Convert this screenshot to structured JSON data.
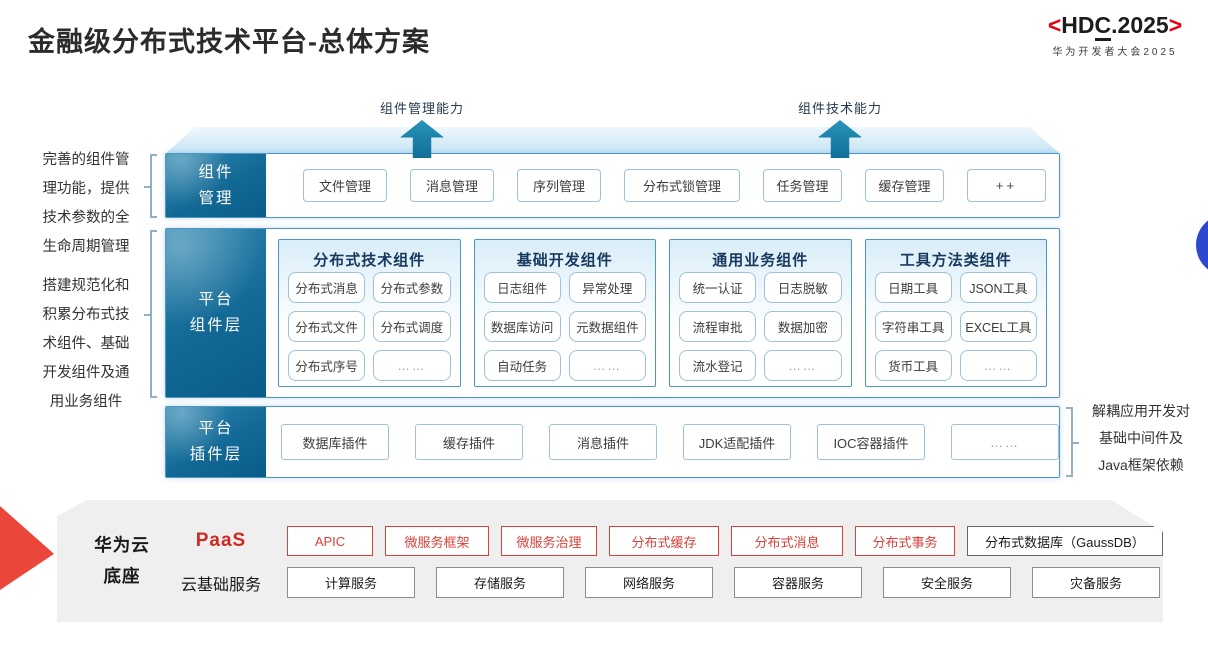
{
  "header": {
    "title": "金融级分布式技术平台-总体方案",
    "logo": {
      "bracket_left": "<",
      "hd": "HD",
      "c": "C",
      "year": ".2025",
      "bracket_right": ">",
      "subtitle": "华为开发者大会2025"
    }
  },
  "annotations": {
    "left_top": "完善的组件管\n理功能，提供\n技术参数的全\n生命周期管理",
    "left_bottom": "搭建规范化和\n积累分布式技\n术组件、基础\n开发组件及通\n用业务组件",
    "right": "解耦应用开发对\n基础中间件及\nJava框架依赖"
  },
  "arrows": [
    {
      "label": "组件管理能力"
    },
    {
      "label": "组件技术能力"
    }
  ],
  "rows": {
    "management": {
      "label": "组件\n管理",
      "items": [
        "文件管理",
        "消息管理",
        "序列管理",
        "分布式锁管理",
        "任务管理",
        "缓存管理",
        "++"
      ]
    },
    "components": {
      "label": "平台\n组件层",
      "groups": [
        {
          "title": "分布式技术组件",
          "items": [
            "分布式消息",
            "分布式参数",
            "分布式文件",
            "分布式调度",
            "分布式序号",
            "……"
          ]
        },
        {
          "title": "基础开发组件",
          "items": [
            "日志组件",
            "异常处理",
            "数据库访问",
            "元数据组件",
            "自动任务",
            "……"
          ]
        },
        {
          "title": "通用业务组件",
          "items": [
            "统一认证",
            "日志脱敏",
            "流程审批",
            "数据加密",
            "流水登记",
            "……"
          ]
        },
        {
          "title": "工具方法类组件",
          "items": [
            "日期工具",
            "JSON工具",
            "字符串工具",
            "EXCEL工具",
            "货币工具",
            "……"
          ]
        }
      ]
    },
    "plugins": {
      "label": "平台\n插件层",
      "items": [
        "数据库插件",
        "缓存插件",
        "消息插件",
        "JDK适配插件",
        "IOC容器插件",
        "……"
      ]
    }
  },
  "foundation": {
    "label": "华为云\n底座",
    "paas": {
      "label": "PaaS",
      "items": [
        "APIC",
        "微服务框架",
        "微服务治理",
        "分布式缓存",
        "分布式消息",
        "分布式事务"
      ],
      "neutral_item": "分布式数据库（GaussDB）"
    },
    "cloud": {
      "label": "云基础服务",
      "items": [
        "计算服务",
        "存储服务",
        "网络服务",
        "容器服务",
        "安全服务",
        "灾备服务"
      ]
    }
  },
  "colors": {
    "brand_red": "#e60012",
    "accent_teal": "#0f6f99",
    "row_border_blue": "#4e96c6",
    "paas_red": "#d6423a",
    "foundation_gray": "#efeff0",
    "decor_blue_circle": "#2b48cf",
    "pointer_red": "#ea4639"
  }
}
